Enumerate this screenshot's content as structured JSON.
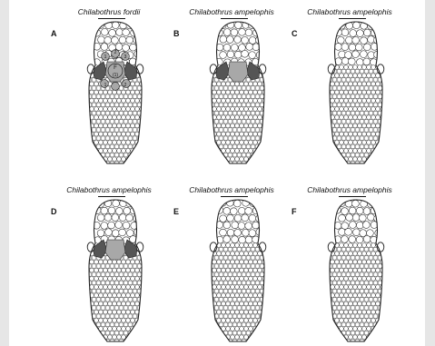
{
  "panels": [
    {
      "letter": "A",
      "species": "Chilabothrus fordii",
      "highlight": "full",
      "labels": [
        "1",
        "2",
        "3",
        "F",
        "(1)",
        "1",
        "2"
      ]
    },
    {
      "letter": "B",
      "species": "Chilabothrus ampelophis",
      "highlight": "dark-light"
    },
    {
      "letter": "C",
      "species": "Chilabothrus ampelophis",
      "highlight": "none"
    },
    {
      "letter": "D",
      "species": "Chilabothrus ampelophis",
      "highlight": "dark-light"
    },
    {
      "letter": "E",
      "species": "Chilabothrus ampelophis",
      "highlight": "none"
    },
    {
      "letter": "F",
      "species": "Chilabothrus ampelophis",
      "highlight": "none"
    }
  ],
  "colors": {
    "dark_scale": "#555555",
    "light_scale": "#a8a8a8",
    "outline": "#222222",
    "background": "#ffffff",
    "frame": "#e6e6e6"
  }
}
